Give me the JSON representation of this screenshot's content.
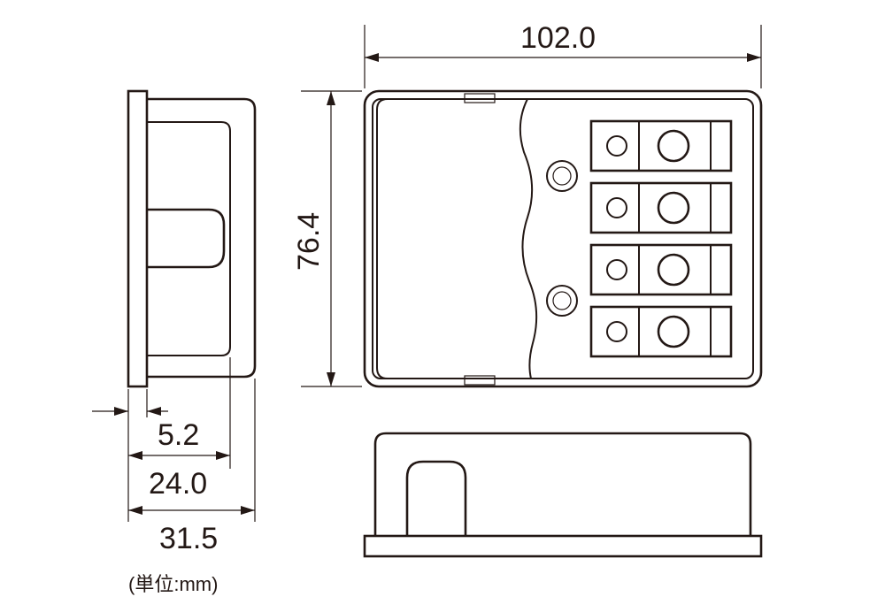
{
  "dimensions": {
    "width": "102.0",
    "height": "76.4",
    "flange": "5.2",
    "body_depth": "24.0",
    "total_depth": "31.5"
  },
  "unit_note": "(単位:mm)",
  "colors": {
    "line": "#231815",
    "background": "#ffffff"
  }
}
